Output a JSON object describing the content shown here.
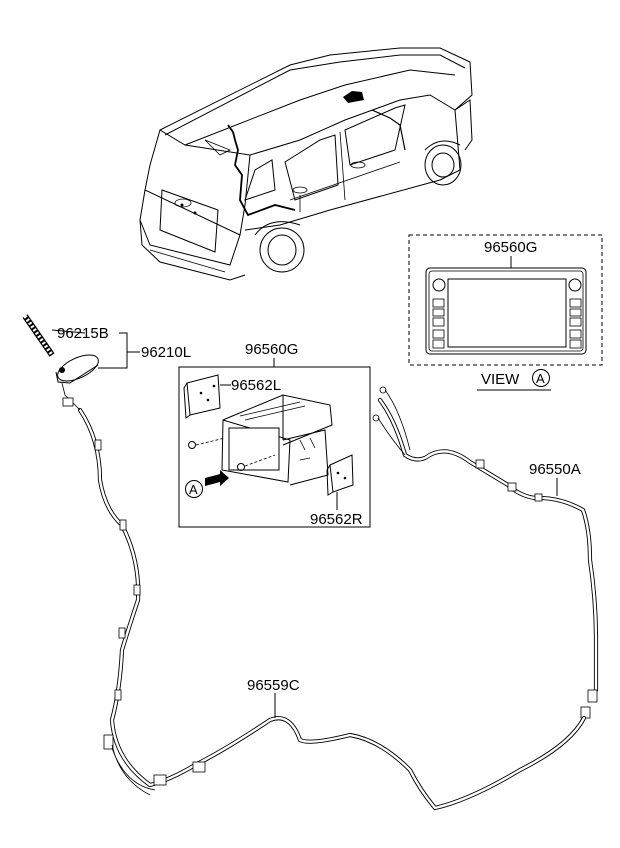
{
  "diagram": {
    "type": "parts-exploded-view",
    "subject": "Audio / navigation head unit and antenna wiring",
    "callouts": {
      "antenna_mast": "96215B",
      "roof_antenna": "96210L",
      "head_unit": "96560G",
      "bracket_left": "96562L",
      "bracket_right": "96562R",
      "cable_right": "96550A",
      "cable_main": "96559C"
    },
    "view_inset": {
      "part_number": "96560G",
      "caption": "VIEW",
      "marker": "A"
    },
    "view_marker_on_unit": "A"
  }
}
